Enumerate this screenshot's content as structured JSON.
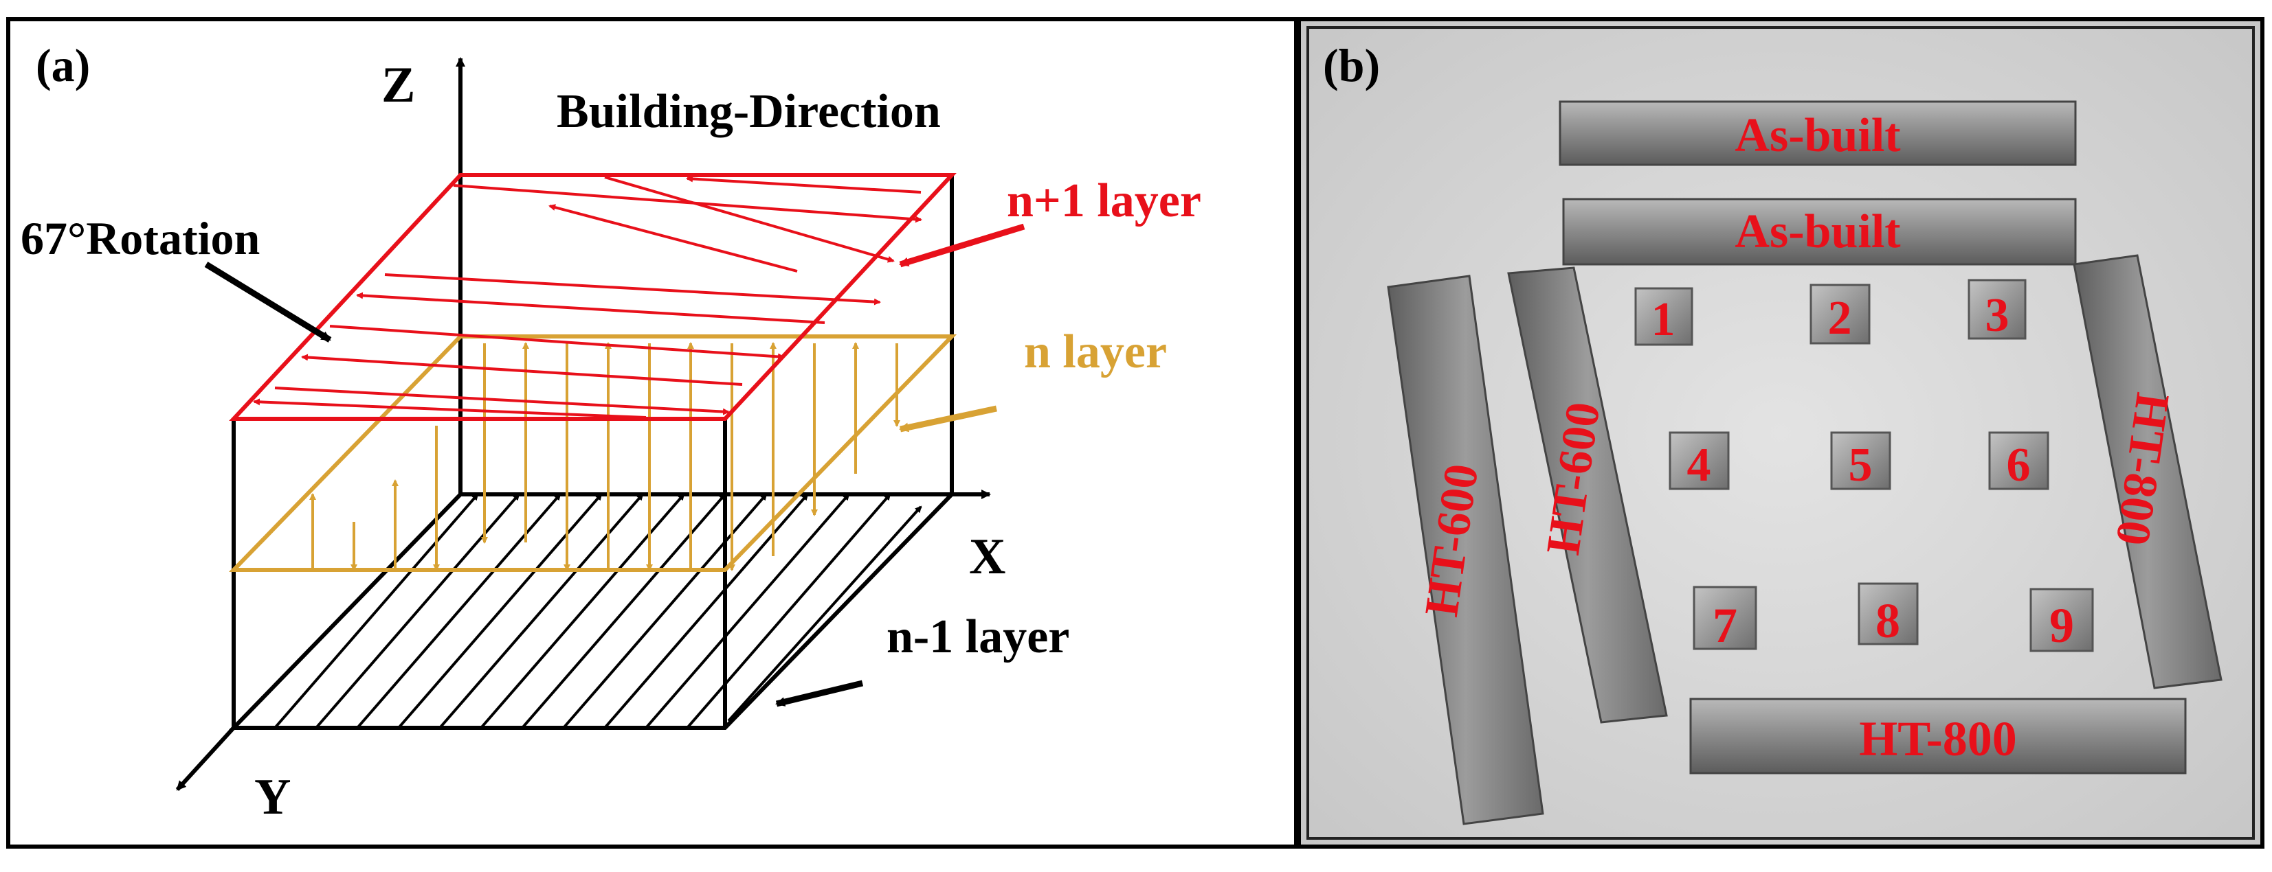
{
  "panel_a": {
    "tag": "(a)",
    "axis_z": "Z",
    "axis_x": "X",
    "axis_y": "Y",
    "building_direction": "Building-Direction",
    "rotation_label": "67°Rotation",
    "layer_top": "n+1 layer",
    "layer_mid": "n layer",
    "layer_bottom": "n-1 layer",
    "colors": {
      "top_layer": "#e8101a",
      "mid_layer": "#d8a234",
      "bottom_layer": "#000000"
    }
  },
  "panel_b": {
    "tag": "(b)",
    "bar_as_built_1": "As-built",
    "bar_as_built_2": "As-built",
    "bar_ht600_1": "HT-600",
    "bar_ht600_2": "HT-600",
    "bar_ht800_right": "HT-800",
    "bar_ht800_bottom": "HT-800",
    "cubes": [
      "1",
      "2",
      "3",
      "4",
      "5",
      "6",
      "7",
      "8",
      "9"
    ],
    "colors": {
      "label": "#e8101a",
      "background": "#d8d8d8",
      "metal": "#8a8a8a"
    }
  }
}
